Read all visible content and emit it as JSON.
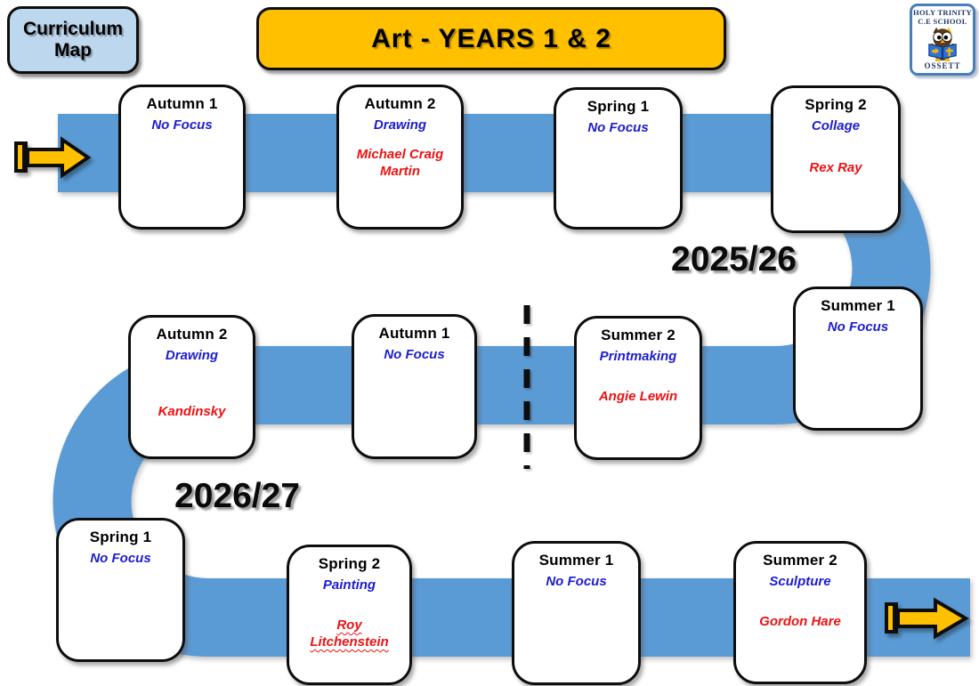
{
  "colors": {
    "path_blue": "#5B9BD5",
    "accent_yellow": "#FFC000",
    "badge_blue": "#BDD7EE",
    "focus_blue": "#1C1CD2",
    "artist_red": "#EC1212",
    "logo_border_blue": "#4A7EBB",
    "logo_navy": "#1F3864"
  },
  "header": {
    "badge_label": "Curriculum Map",
    "title": "Art - YEARS 1 & 2",
    "logo": {
      "school_name_line1": "HOLY TRINITY",
      "school_name_line2": "C.E SCHOOL",
      "town": "OSSETT",
      "owl_icon": "owl-reading-book-icon"
    }
  },
  "year_labels": {
    "first": "2025/26",
    "second": "2026/27"
  },
  "rows": [
    {
      "cards": [
        {
          "term": "Autumn 1",
          "focus": "No Focus"
        },
        {
          "term": "Autumn 2",
          "focus": "Drawing",
          "artist": "Michael Craig Martin"
        },
        {
          "term": "Spring 1",
          "focus": "No Focus"
        },
        {
          "term": "Spring 2",
          "focus": "Collage",
          "artist": "Rex Ray"
        }
      ]
    },
    {
      "cards": [
        {
          "term": "Autumn 2",
          "focus": "Drawing",
          "artist": "Kandinsky"
        },
        {
          "term": "Autumn 1",
          "focus": "No Focus"
        },
        {
          "term": "Summer 2",
          "focus": "Printmaking",
          "artist": "Angie Lewin"
        },
        {
          "term": "Summer 1",
          "focus": "No Focus"
        }
      ]
    },
    {
      "cards": [
        {
          "term": "Spring 1",
          "focus": "No Focus"
        },
        {
          "term": "Spring 2",
          "focus": "Painting",
          "artist": "Roy Litchenstein",
          "artist_spellcheck_underline": true
        },
        {
          "term": "Summer 1",
          "focus": "No Focus"
        },
        {
          "term": "Summer 2",
          "focus": "Sculpture",
          "artist": "Gordon Hare"
        }
      ]
    }
  ]
}
